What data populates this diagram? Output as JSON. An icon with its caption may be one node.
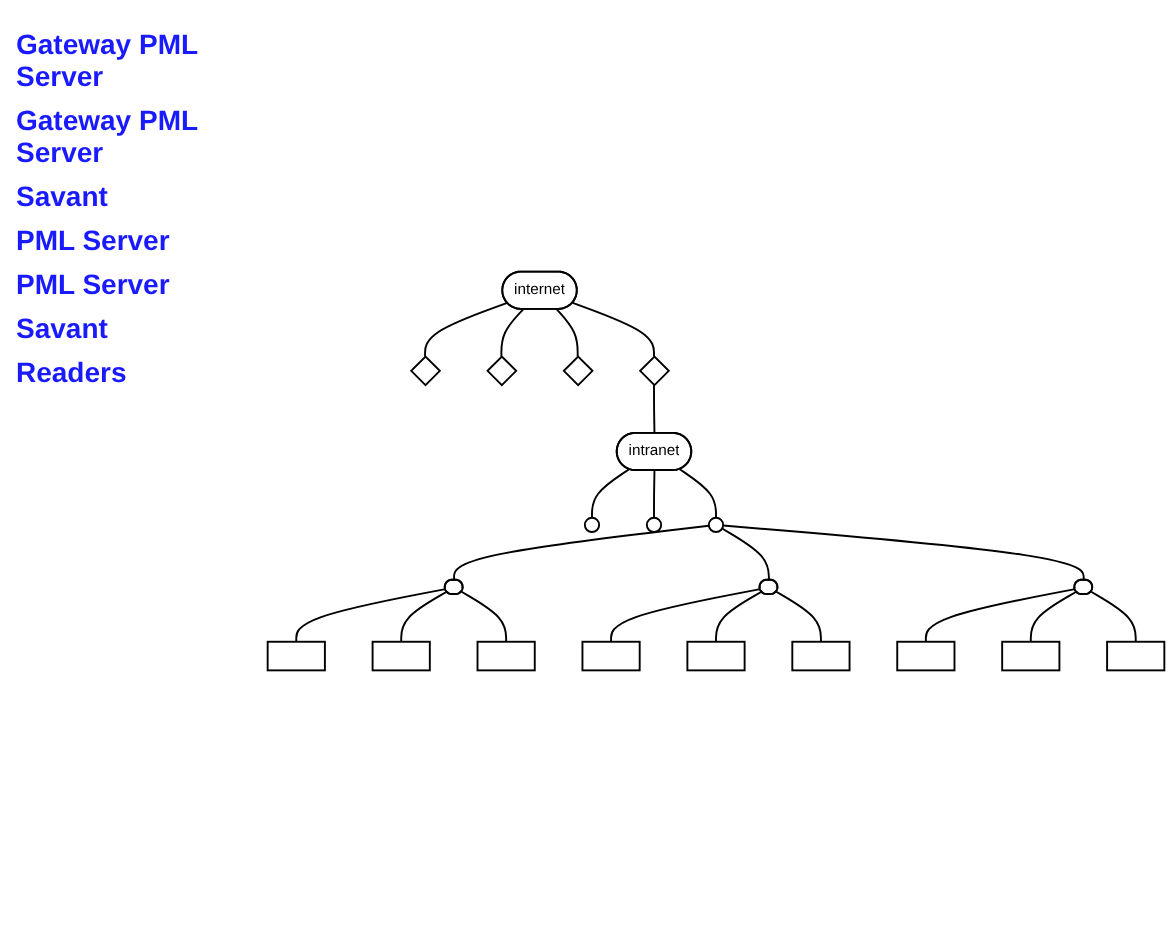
{
  "diagram": {
    "nodes": [
      {
        "text": [
          "internet"
        ]
      },
      {
        "text": [],
        "shape": "diamond"
      },
      {
        "text": [],
        "shape": "diamond"
      },
      {
        "text": [],
        "shape": "diamond"
      },
      {
        "text": [],
        "shape": "diamond"
      },
      {
        "text": [
          "intranet"
        ]
      },
      {
        "text": [],
        "shape": "circle"
      },
      {
        "text": [],
        "shape": "circle"
      },
      {
        "text": [],
        "shape": "circle"
      },
      {
        "text": [],
        "shape": "ellipse"
      },
      {
        "text": [],
        "shape": "box"
      },
      {
        "text": [],
        "shape": "box"
      },
      {
        "text": [],
        "shape": "box"
      },
      {
        "text": [],
        "shape": "ellipse"
      },
      {
        "text": [],
        "shape": "box"
      },
      {
        "text": [],
        "shape": "box"
      },
      {
        "text": [],
        "shape": "box"
      },
      {
        "text": [],
        "shape": "ellipse"
      },
      {
        "text": [],
        "shape": "box"
      },
      {
        "text": [],
        "shape": "box"
      },
      {
        "text": [],
        "shape": "box"
      }
    ],
    "edges": [
      {
        "from": 0,
        "to": 1,
        "arrow": "none"
      },
      {
        "from": 0,
        "to": 2,
        "arrow": "none"
      },
      {
        "from": 0,
        "to": 3,
        "arrow": "none"
      },
      {
        "from": 0,
        "to": 4,
        "arrow": "none"
      },
      {
        "from": 4,
        "to": 5,
        "arrow": "none"
      },
      {
        "from": 5,
        "to": 6,
        "arrow": "none"
      },
      {
        "from": 5,
        "to": 7,
        "arrow": "none"
      },
      {
        "from": 5,
        "to": 8,
        "arrow": "none"
      },
      {
        "from": 8,
        "to": 9,
        "arrow": "none"
      },
      {
        "from": 9,
        "to": 10,
        "arrow": "none"
      },
      {
        "from": 9,
        "to": 11,
        "arrow": "none"
      },
      {
        "from": 9,
        "to": 12,
        "arrow": "none"
      },
      {
        "from": 8,
        "to": 13,
        "arrow": "none"
      },
      {
        "from": 13,
        "to": 14,
        "arrow": "none"
      },
      {
        "from": 13,
        "to": 15,
        "arrow": "none"
      },
      {
        "from": 13,
        "to": 16,
        "arrow": "none"
      },
      {
        "from": 8,
        "to": 17,
        "arrow": "none"
      },
      {
        "from": 17,
        "to": 18,
        "arrow": "none"
      },
      {
        "from": 17,
        "to": 19,
        "arrow": "none"
      },
      {
        "from": 17,
        "to": 20,
        "arrow": "none"
      }
    ],
    "labels": [
      "Gateway PML Server",
      "Gateway PML Server",
      "Savant",
      "PML Server",
      "PML Server",
      "Savant",
      "Readers"
    ]
  }
}
